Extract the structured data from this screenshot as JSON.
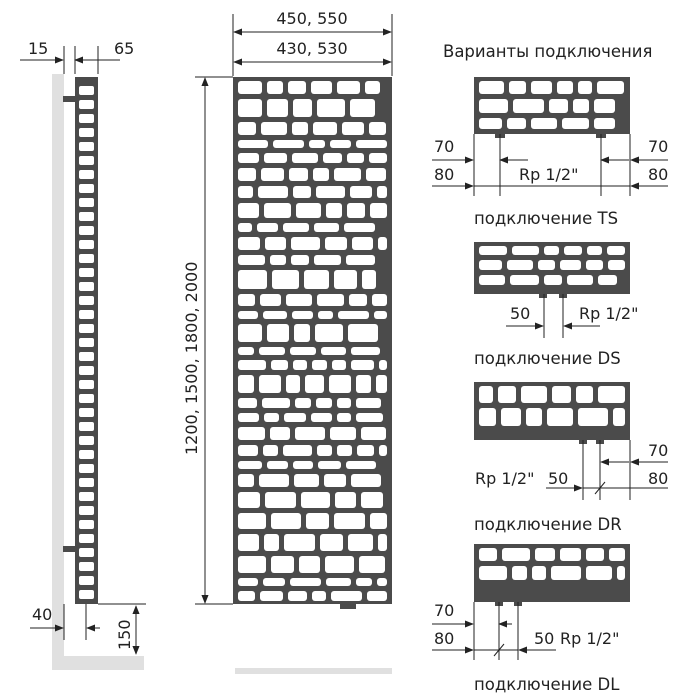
{
  "side_view": {
    "dim_wall_gap": "15",
    "dim_depth": "65",
    "dim_bottom_depth": "40",
    "dim_floor_clearance": "150"
  },
  "front_view": {
    "dim_width_outer": "450, 550",
    "dim_width_inner": "430, 530",
    "dim_height": "1200, 1500, 1800, 2000"
  },
  "connections": {
    "title": "Варианты подключения",
    "ts": {
      "left_a": "70",
      "left_b": "80",
      "right_a": "70",
      "right_b": "80",
      "thread": "Rp 1/2\"",
      "caption": "подключение TS"
    },
    "ds": {
      "spacing": "50",
      "thread": "Rp 1/2\"",
      "caption": "подключение DS"
    },
    "dr": {
      "thread": "Rp 1/2\"",
      "spacing": "50",
      "right_a": "70",
      "right_b": "80",
      "caption": "подключение DR"
    },
    "dl": {
      "left_a": "70",
      "left_b": "80",
      "spacing": "50",
      "thread": "Rp 1/2\"",
      "caption": "подключение DL"
    }
  },
  "colors": {
    "metal": "#4b4b4b",
    "wall": "#e0e0e0",
    "line": "#222222"
  }
}
